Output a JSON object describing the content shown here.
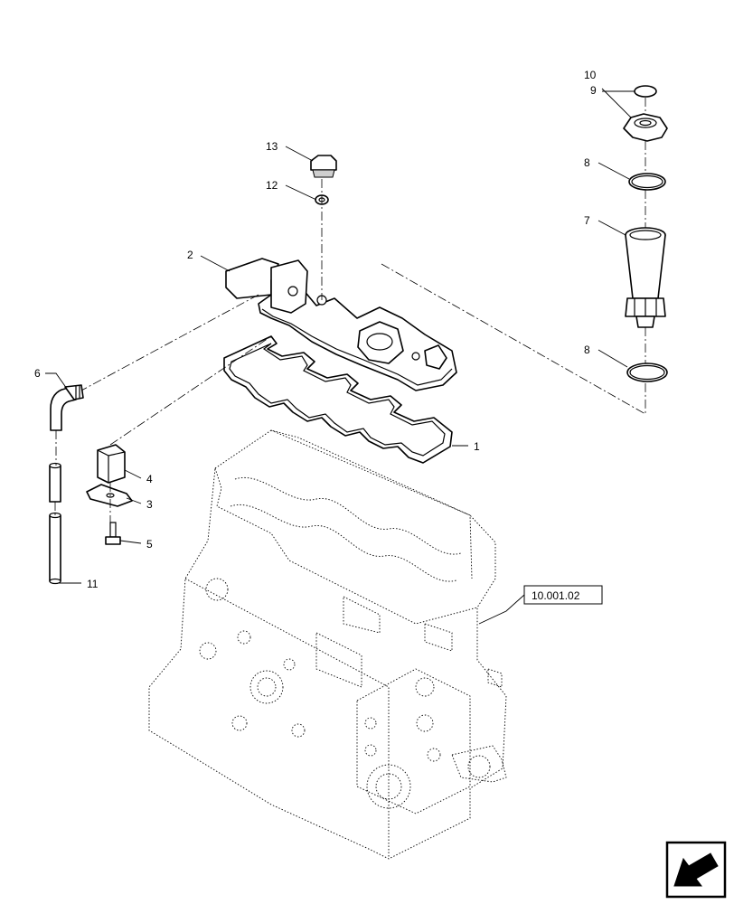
{
  "callouts": [
    {
      "id": "c1",
      "label": "1"
    },
    {
      "id": "c2",
      "label": "2"
    },
    {
      "id": "c3",
      "label": "3"
    },
    {
      "id": "c4",
      "label": "4"
    },
    {
      "id": "c5",
      "label": "5"
    },
    {
      "id": "c6",
      "label": "6"
    },
    {
      "id": "c7",
      "label": "7"
    },
    {
      "id": "c8a",
      "label": "8"
    },
    {
      "id": "c8b",
      "label": "8"
    },
    {
      "id": "c9",
      "label": "9"
    },
    {
      "id": "c10",
      "label": "10"
    },
    {
      "id": "c11",
      "label": "11"
    },
    {
      "id": "c12",
      "label": "12"
    },
    {
      "id": "c13",
      "label": "13"
    }
  ],
  "reference": {
    "label": "10.001.02"
  },
  "nav_icon": "arrow-back-icon"
}
